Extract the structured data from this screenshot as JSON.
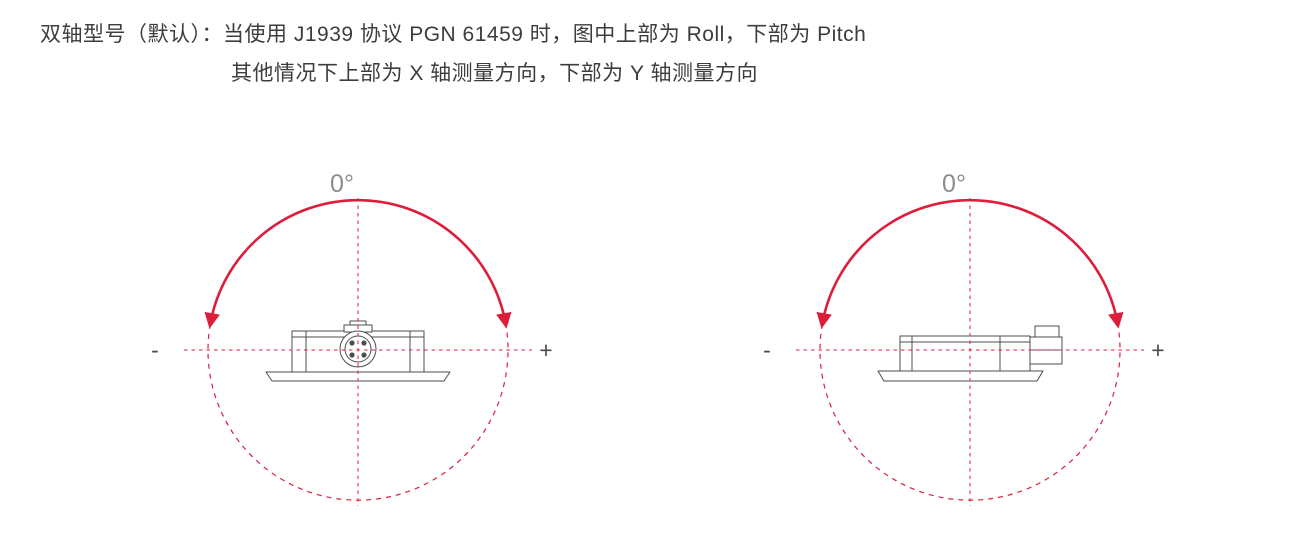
{
  "colors": {
    "accent_red": "#dc1e3c",
    "device_line_gray": "#4d4d4d",
    "zero_label_gray": "#8c8c8e",
    "text_dark": "#3d3d3d"
  },
  "header": {
    "line1": "双轴型号（默认）：当使用 J1939 协议 PGN 61459 时，图中上部为 Roll，下部为 Pitch",
    "line2": "其他情况下上部为 X 轴测量方向，下部为 Y 轴测量方向"
  },
  "diagrams": {
    "left": {
      "zero": "0°",
      "minus": "-",
      "plus": "+"
    },
    "right": {
      "zero": "0°",
      "minus": "-",
      "plus": "+"
    }
  }
}
